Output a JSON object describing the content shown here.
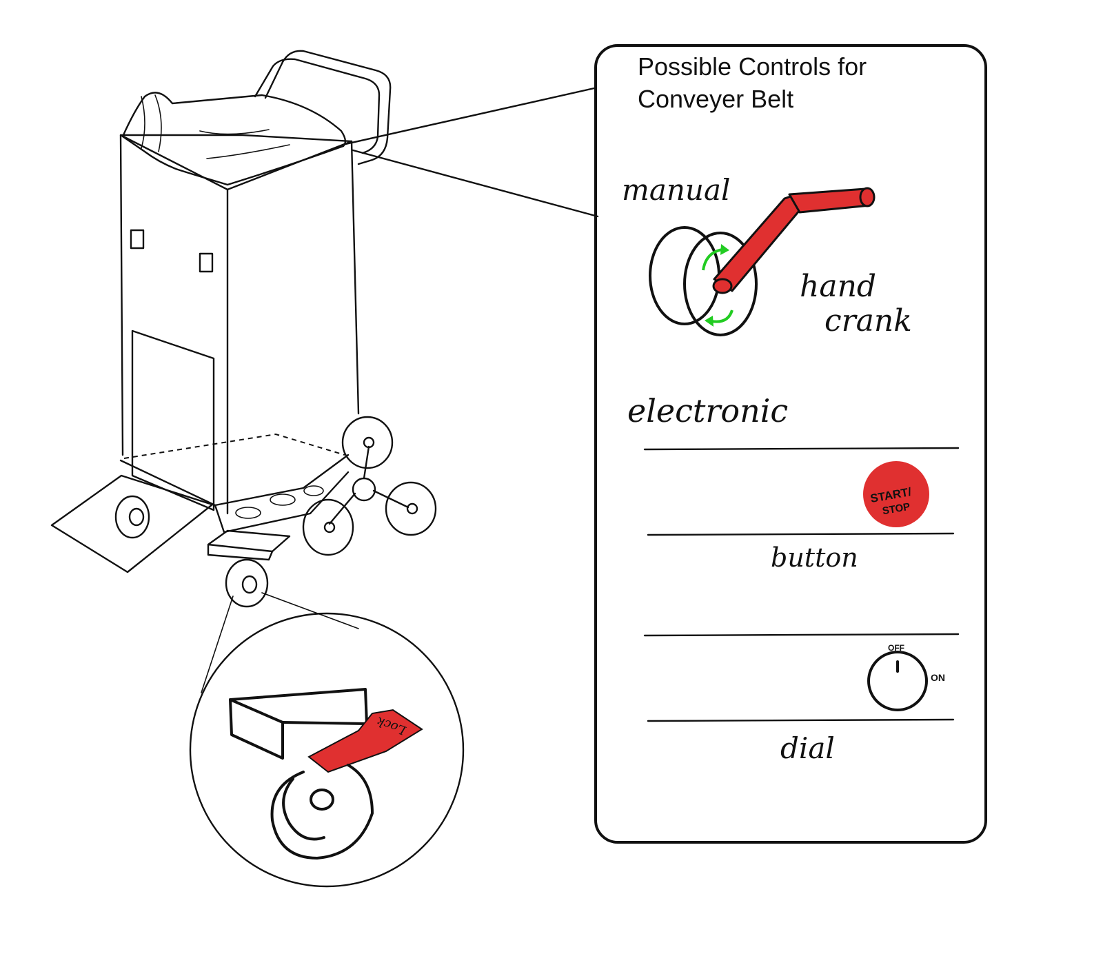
{
  "panel": {
    "title_line1": "Possible Controls for",
    "title_line2": "Conveyer Belt"
  },
  "manual": {
    "heading": "manual",
    "crank_label_line1": "hand",
    "crank_label_line2": "crank"
  },
  "electronic": {
    "heading": "electronic",
    "button_text_line1": "START/",
    "button_text_line2": "STOP",
    "button_caption": "button",
    "dial_off_label": "OFF",
    "dial_on_label": "ON",
    "dial_caption": "dial"
  },
  "caster": {
    "lock_label": "Lock"
  },
  "colors": {
    "accent_red": "#e03030",
    "arrow_green": "#22cc22",
    "ink": "#111111"
  }
}
